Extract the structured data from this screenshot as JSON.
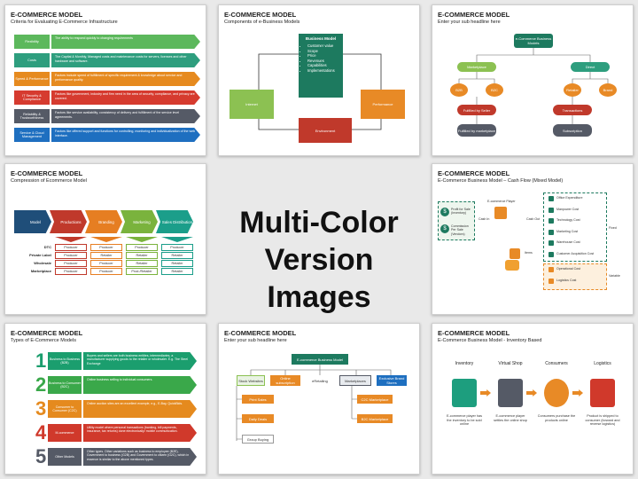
{
  "center": {
    "line1": "Multi-Color",
    "line2": "Version Images"
  },
  "s1": {
    "title": "E-COMMERCE MODEL",
    "subtitle": "Criteria for Evaluating E-Commerce Infrastructure",
    "rows": [
      {
        "label": "Flexibility",
        "color": "#5cb85c",
        "text": "The ability to respond quickly to changing requirements"
      },
      {
        "label": "Costs",
        "color": "#2e9e7e",
        "text": "The Capital & Monthly, Managed costs and maintenance costs for servers, licenses and other hardware and software."
      },
      {
        "label": "Speed & Performance",
        "color": "#e68a1f",
        "text": "Factors include speed of fulfillment of specific requirement & knowledge about service and performance quality."
      },
      {
        "label": "IT Security & Compliance",
        "color": "#d63b2f",
        "text": "Factors like government, industry and firm need in the area of security, compliance, and privacy are covered."
      },
      {
        "label": "Reliability & Trustworthiness",
        "color": "#555a66",
        "text": "Factors like service availability, consistency of delivery and fulfillment of the service level agreements."
      },
      {
        "label": "Service & Cloud Management",
        "color": "#1e6fc0",
        "text": "Factors like offered support and functions for controlling, monitoring and individualization of the web interface."
      }
    ]
  },
  "s2": {
    "title": "E-COMMERCE MODEL",
    "subtitle": "Components of e-Business Models",
    "center_title": "Business Model",
    "items": [
      "Customer value",
      "Scope",
      "Price",
      "Revenues",
      "Capabilities",
      "Implementations"
    ],
    "left": "Internet",
    "right": "Performance",
    "bottom": "Environment"
  },
  "s3": {
    "title": "E-COMMERCE MODEL",
    "subtitle": "Enter your sub headline here",
    "root": "e-Commerce Business Models",
    "l1": [
      "Marketplace",
      "Direct"
    ],
    "l2": [
      "B2B",
      "B2C",
      "Retailer",
      "Brand"
    ],
    "l3": [
      "Fulfilled by Seller",
      "Transactions"
    ],
    "l4": [
      "Fulfilled by marketplace",
      "Subscription"
    ]
  },
  "s4": {
    "title": "E-COMMERCE MODEL",
    "subtitle": "Compression of Ecommerce Model",
    "arrows": [
      {
        "label": "Model",
        "color": "#1f4e79"
      },
      {
        "label": "Productions",
        "color": "#c0392b"
      },
      {
        "label": "Branding",
        "color": "#e67e22"
      },
      {
        "label": "Marketing",
        "color": "#7ab33d"
      },
      {
        "label": "Sales Distribution",
        "color": "#1b9e8a"
      }
    ],
    "rows": [
      {
        "label": "DTC",
        "cells": [
          "Producer",
          "Producer",
          "Producer",
          "Producer"
        ]
      },
      {
        "label": "Private Label",
        "cells": [
          "Producer",
          "Retailer",
          "Retailer",
          "Retailer"
        ]
      },
      {
        "label": "Wholesale",
        "cells": [
          "Producer",
          "Producer",
          "Retailer",
          "Retailer"
        ]
      },
      {
        "label": "Marketplace",
        "cells": [
          "Producer",
          "Producer",
          "Prod./Retailer",
          "Retailer"
        ]
      }
    ],
    "col_colors": [
      "#c0392b",
      "#e67e22",
      "#7ab33d",
      "#1b9e8a"
    ]
  },
  "s5": {
    "title": "E-COMMERCE MODEL",
    "subtitle": "E-Commerce Business Model – Cash Flow (Mixed Model)",
    "player": "E-commerce Player",
    "profit": "Profit for Sale (Inventory)",
    "commission": "Commission Per Sale (Vendors)",
    "cash_in": "Cash In",
    "cash_out": "Cash Out",
    "items": [
      "Office Expenditure",
      "Manpower Cost",
      "Technology Cost",
      "Marketing Cost",
      "Warehouse Cost",
      "Customer Acquisition Cost"
    ],
    "variable_items": [
      "Operational Cost",
      "Logistics Cost"
    ],
    "fixed": "Fixed",
    "variable": "Variable",
    "items_label": "Items"
  },
  "s6": {
    "title": "E-COMMERCE MODEL",
    "subtitle": "Types of E-Commerce Models",
    "rows": [
      {
        "num": "1",
        "label": "Business to Business (B2B)",
        "color": "#1b9e6e",
        "text": "Buyers and sellers are both business entities, intermediaries, a manufacturer supplying goods to the retailer or wholesaler. E.g. The Steel Exchange"
      },
      {
        "num": "2",
        "label": "Business to Consumer (B2C)",
        "color": "#3aa84a",
        "text": "Online business selling to individual consumers."
      },
      {
        "num": "3",
        "label": "Consumer to Consumer (C2C)",
        "color": "#e58a1e",
        "text": "Online auction sites are an excellent example, e.g., E-Bay, QuickBids."
      },
      {
        "num": "4",
        "label": "M-commerce",
        "color": "#d0392b",
        "text": "Utility model where personal transactions (banking, bill payments, insurance, tax returns) done electronically/ mobile communication."
      },
      {
        "num": "5",
        "label": "Other Models",
        "color": "#555a66",
        "text": "Other types. Other variations such as business to employee (B2E), Government to business (G2B) and Government to citizen (G2C), which in essence is similar to the above mentioned types."
      }
    ]
  },
  "s7": {
    "title": "E-COMMERCE MODEL",
    "subtitle": "Enter your sub headline here",
    "root": "E-commerce Business Model",
    "l1": [
      "Stock Websites",
      "Online subscription",
      "eRetailing",
      "Marketplaces",
      "Exclusive Brand Stores"
    ],
    "left_children": [
      "Print Sales",
      "Daily Deals",
      "Group Buying"
    ],
    "right_children": [
      "C2C Marketplace",
      "B2C Marketplace"
    ]
  },
  "s8": {
    "title": "E-COMMERCE MODEL",
    "subtitle": "E-Commerce Business Model - Inventory Based",
    "headers": [
      "Inventory",
      "Virtual Shop",
      "Consumers",
      "Logistics"
    ],
    "captions": [
      "E-commerce player has the inventory to be sold online",
      "E-commerce player settles the online shop",
      "Consumers purchase the products online",
      "Product is shipped to consumer (forward and reverse logistics)"
    ]
  }
}
